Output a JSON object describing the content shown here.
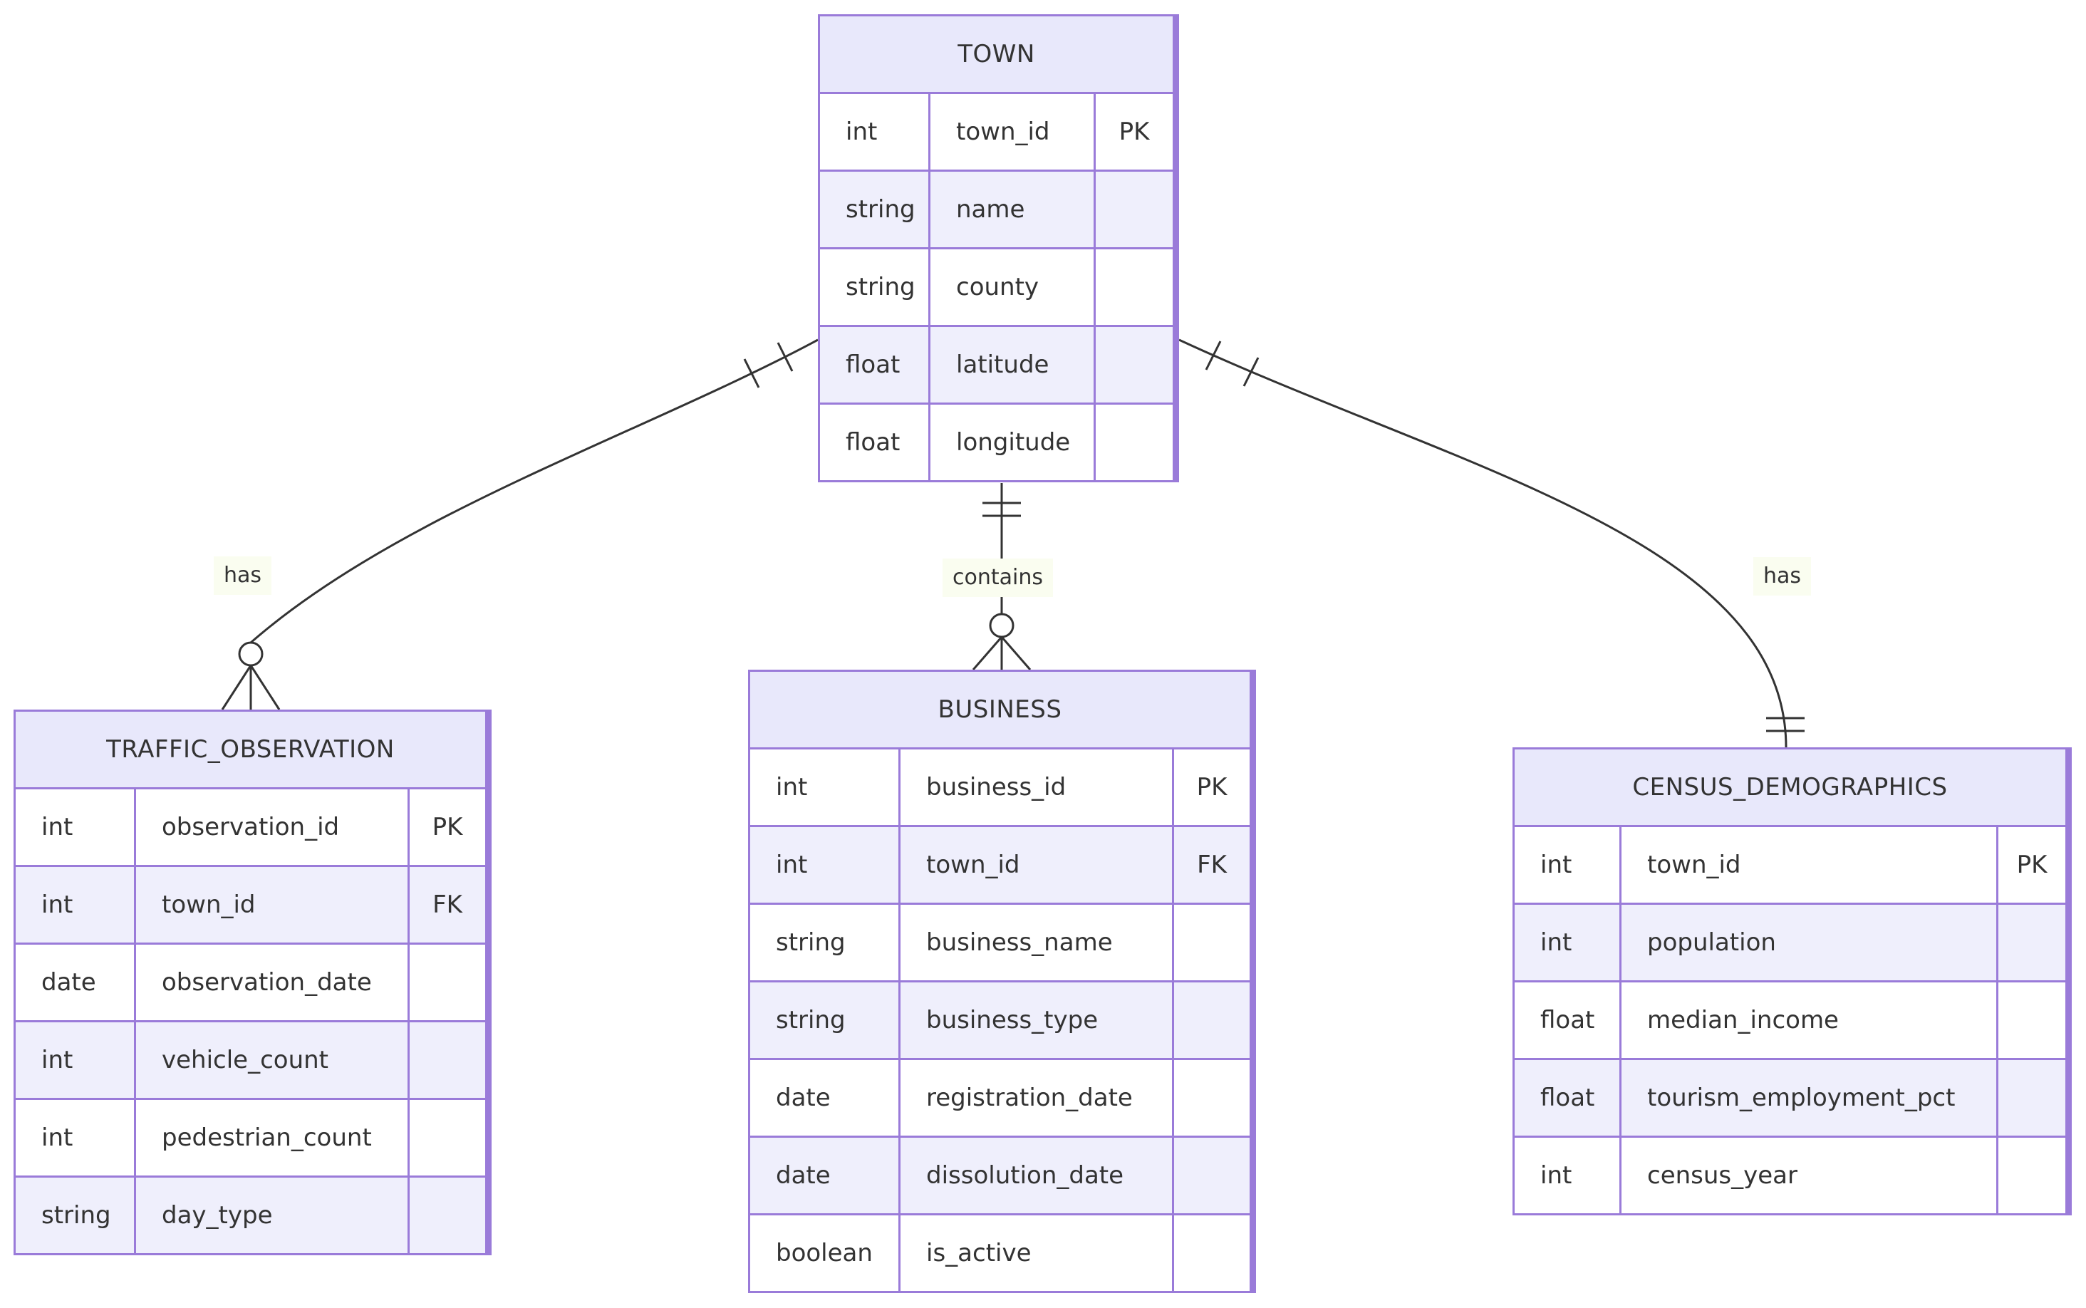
{
  "diagram_type": "entity-relationship",
  "colors": {
    "entity_border": "#9a7bd9",
    "entity_header_fill": "#e8e8fb",
    "row_even_fill": "#efeffc",
    "row_odd_fill": "#ffffff",
    "text": "#333333",
    "relationship_line": "#333333",
    "label_background": "#fafdf0"
  },
  "entities": [
    {
      "title": "TOWN",
      "rows": [
        {
          "type": "int",
          "name": "town_id",
          "key": "PK"
        },
        {
          "type": "string",
          "name": "name",
          "key": ""
        },
        {
          "type": "string",
          "name": "county",
          "key": ""
        },
        {
          "type": "float",
          "name": "latitude",
          "key": ""
        },
        {
          "type": "float",
          "name": "longitude",
          "key": ""
        }
      ]
    },
    {
      "title": "TRAFFIC_OBSERVATION",
      "rows": [
        {
          "type": "int",
          "name": "observation_id",
          "key": "PK"
        },
        {
          "type": "int",
          "name": "town_id",
          "key": "FK"
        },
        {
          "type": "date",
          "name": "observation_date",
          "key": ""
        },
        {
          "type": "int",
          "name": "vehicle_count",
          "key": ""
        },
        {
          "type": "int",
          "name": "pedestrian_count",
          "key": ""
        },
        {
          "type": "string",
          "name": "day_type",
          "key": ""
        }
      ]
    },
    {
      "title": "BUSINESS",
      "rows": [
        {
          "type": "int",
          "name": "business_id",
          "key": "PK"
        },
        {
          "type": "int",
          "name": "town_id",
          "key": "FK"
        },
        {
          "type": "string",
          "name": "business_name",
          "key": ""
        },
        {
          "type": "string",
          "name": "business_type",
          "key": ""
        },
        {
          "type": "date",
          "name": "registration_date",
          "key": ""
        },
        {
          "type": "date",
          "name": "dissolution_date",
          "key": ""
        },
        {
          "type": "boolean",
          "name": "is_active",
          "key": ""
        }
      ]
    },
    {
      "title": "CENSUS_DEMOGRAPHICS",
      "rows": [
        {
          "type": "int",
          "name": "town_id",
          "key": "PK"
        },
        {
          "type": "int",
          "name": "population",
          "key": ""
        },
        {
          "type": "float",
          "name": "median_income",
          "key": ""
        },
        {
          "type": "float",
          "name": "tourism_employment_pct",
          "key": ""
        },
        {
          "type": "int",
          "name": "census_year",
          "key": ""
        }
      ]
    }
  ],
  "relationships": [
    {
      "from": "TOWN",
      "to": "TRAFFIC_OBSERVATION",
      "label": "has",
      "from_cardinality": "exactly-one",
      "to_cardinality": "zero-or-many"
    },
    {
      "from": "TOWN",
      "to": "BUSINESS",
      "label": "contains",
      "from_cardinality": "exactly-one",
      "to_cardinality": "zero-or-many"
    },
    {
      "from": "TOWN",
      "to": "CENSUS_DEMOGRAPHICS",
      "label": "has",
      "from_cardinality": "exactly-one",
      "to_cardinality": "exactly-one"
    }
  ]
}
